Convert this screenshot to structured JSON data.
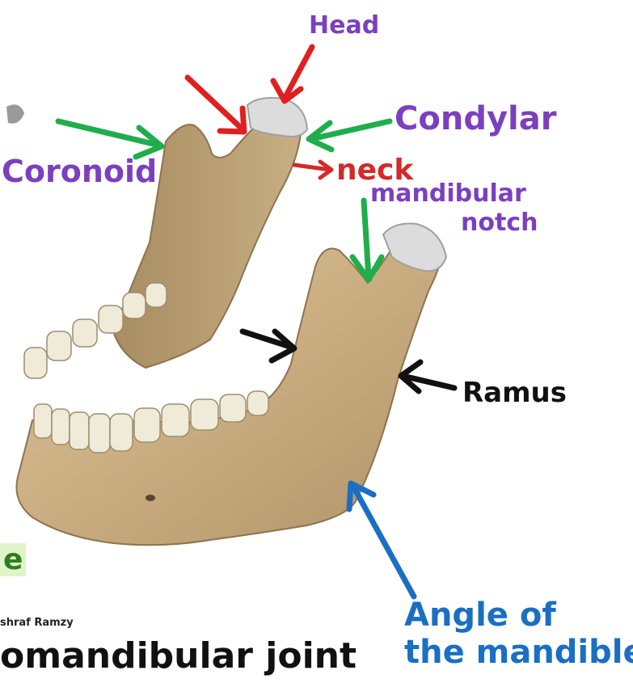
{
  "labels": {
    "head": "Head",
    "condylar": "Condylar",
    "coronoid": "Coronoid",
    "neck": "neck",
    "mandibular_notch_line1": "mandibular",
    "mandibular_notch_line2": "notch",
    "ramus": "Ramus",
    "angle_line1": "Angle of",
    "angle_line2": "the mandible"
  },
  "edge_text": {
    "fragment_e": "e",
    "author": "shraf Ramzy",
    "title_fragment": "omandibular joint"
  },
  "colors": {
    "label_purple": "#7b3fbf",
    "arrow_red": "#e02020",
    "arrow_green": "#1fae4b",
    "arrow_black": "#111111",
    "arrow_blue": "#1a6fc4",
    "bone": "#cdb48a",
    "cartilage": "#d8d8d8",
    "teeth": "#f0ead8"
  }
}
